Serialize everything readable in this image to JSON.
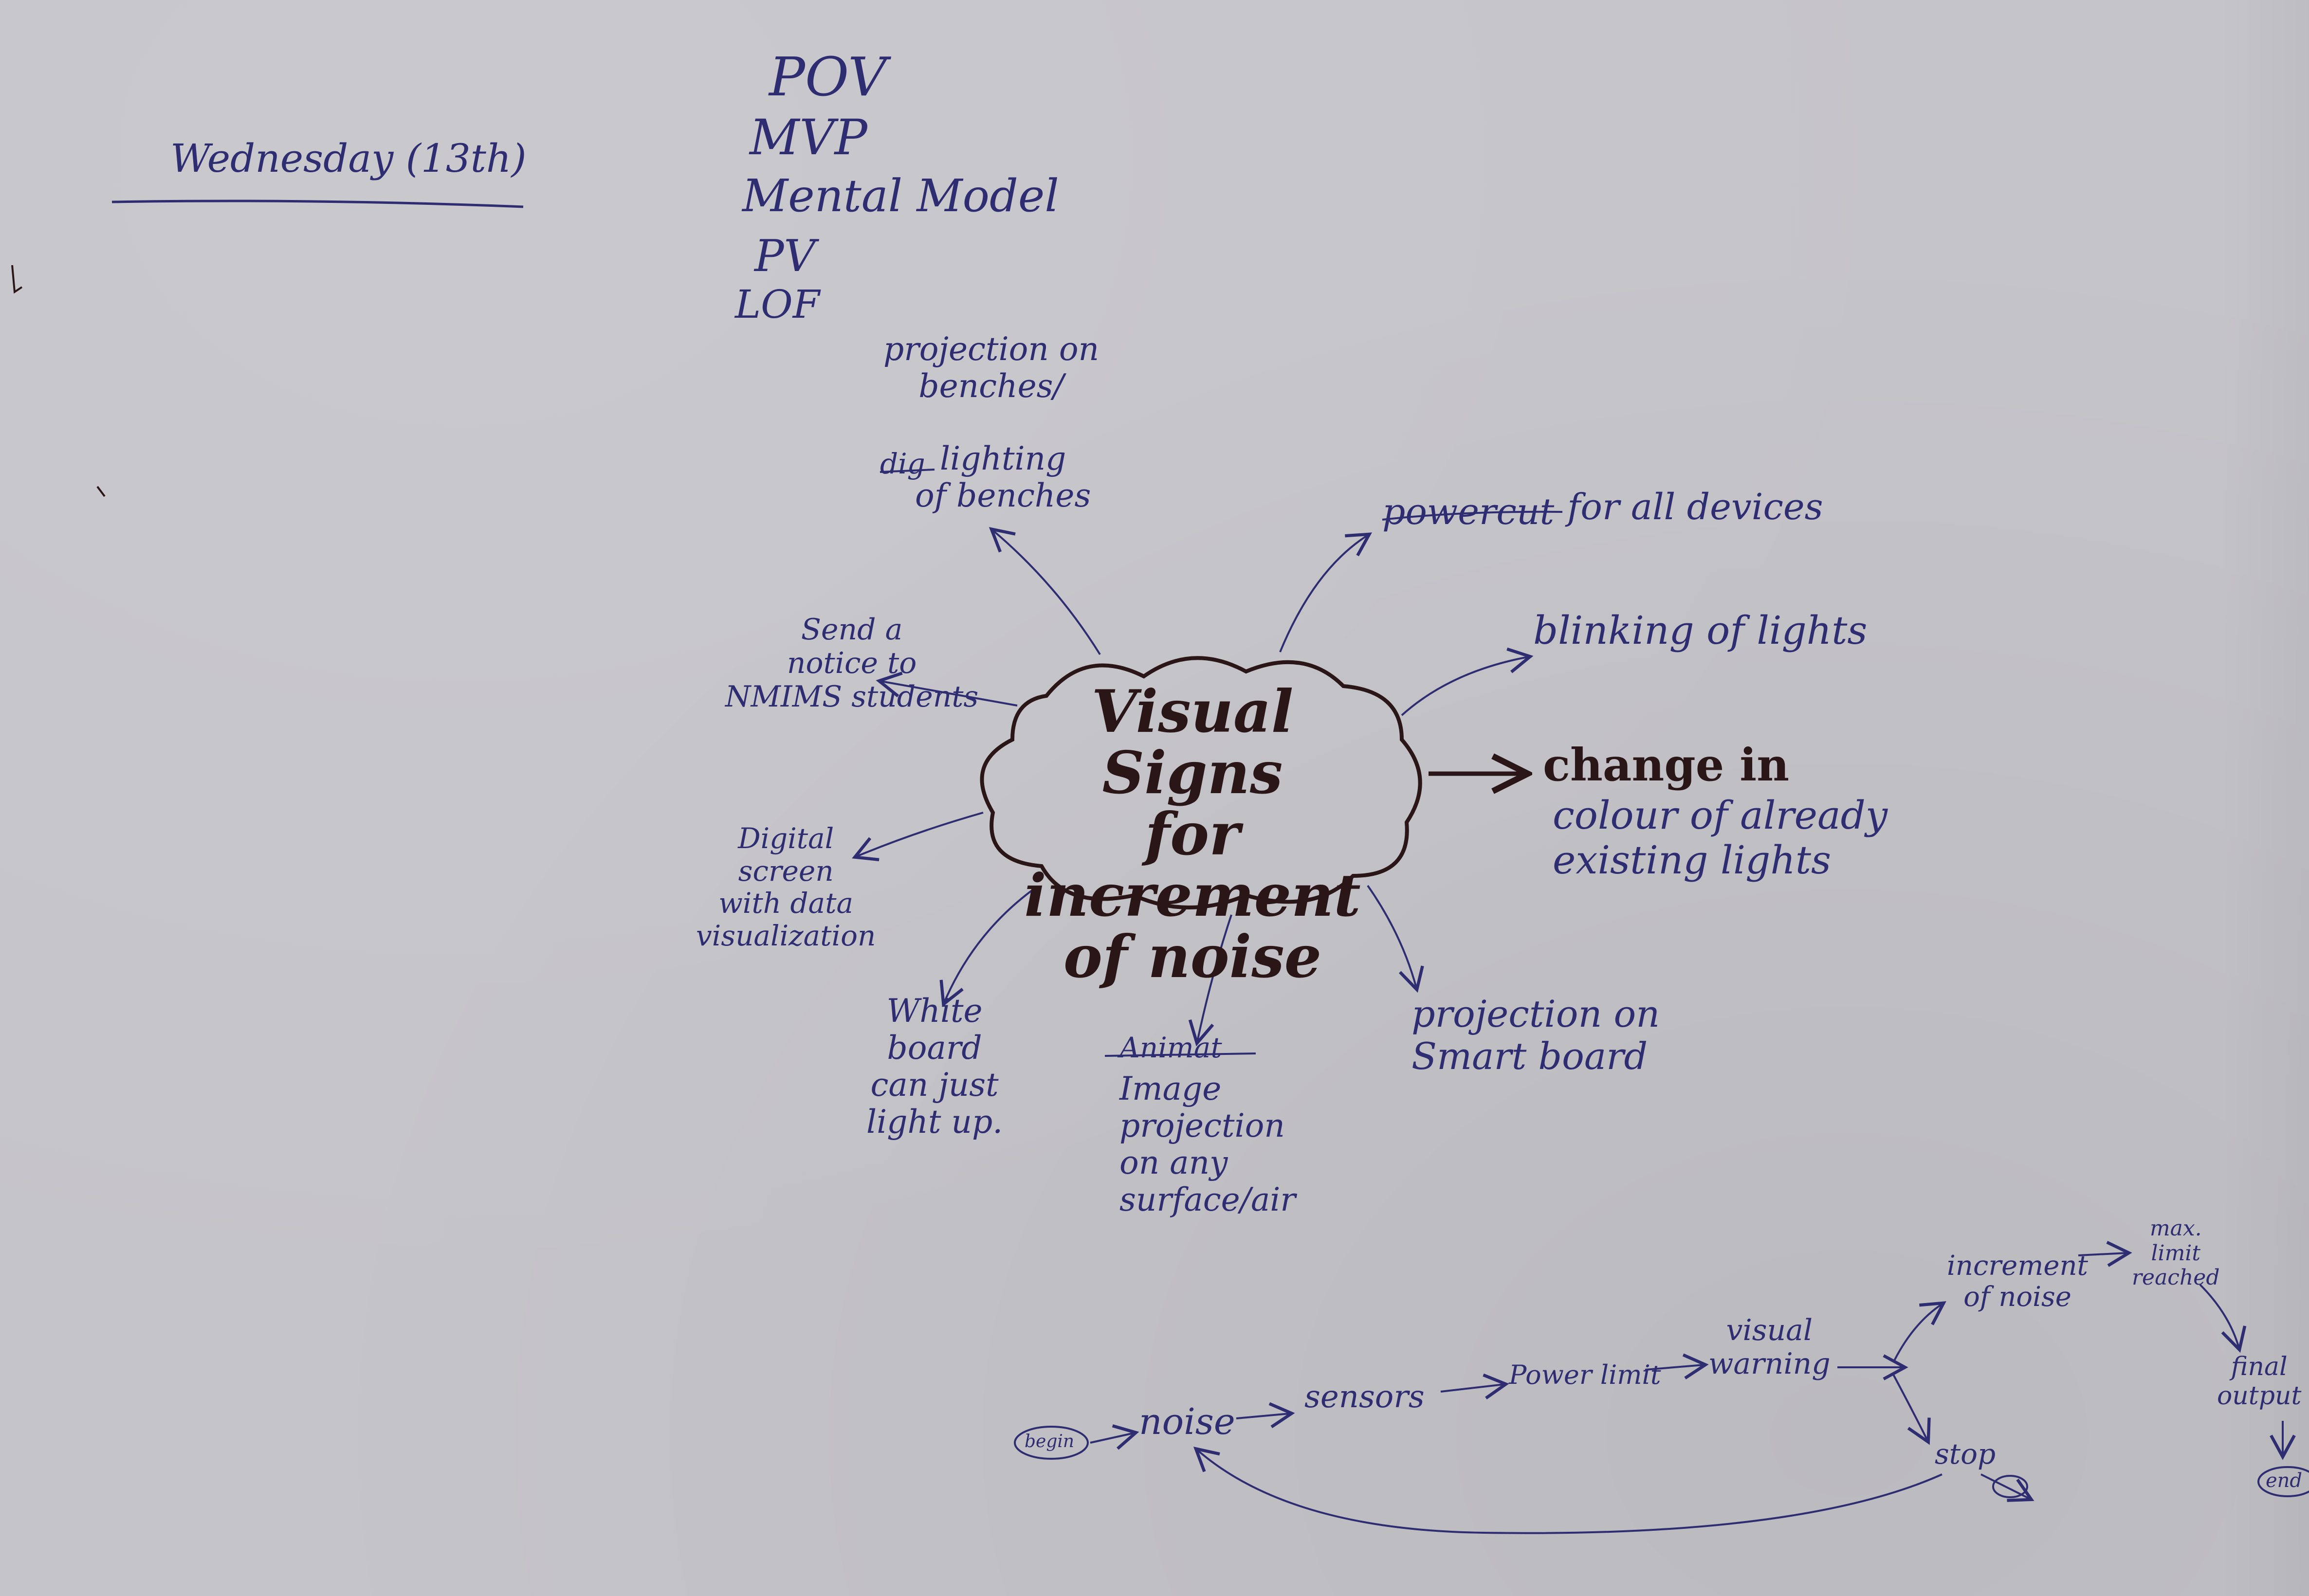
{
  "colors": {
    "paper": "#c5c4c9",
    "ink_blue": "#2f2d72",
    "ink_dark": "#2a1616"
  },
  "header": {
    "corner_scribble": "",
    "date": "Wednesday (13th)"
  },
  "acronyms": [
    "POV",
    "MVP",
    "Mental Model",
    "PV",
    "LOF"
  ],
  "mindmap": {
    "center": "Visual Signs\nfor increment\nof noise",
    "branches": {
      "projection_benches": "projection on\nbenches/",
      "lighting_struck": "dig",
      "lighting_benches": "lighting\nof benches",
      "power_cut_struck": "powercut",
      "power_cut_rest": "for all devices",
      "blinking": "blinking of lights",
      "change_title": "change in",
      "change_rest": "colour of already\nexisting lights",
      "notice": "Send a\nnotice to\nNMIMS students",
      "digital_screen": "Digital\nscreen\nwith data\nvisualization",
      "white_board": "White\nboard\ncan just\nlight up.",
      "animation_struck": "Animat",
      "image_projection": "Image\nprojection\non any\nsurface/air",
      "smart_board": "projection on\nSmart board"
    }
  },
  "flow": {
    "begin": "begin",
    "noise": "noise",
    "sensors": "sensors",
    "power_limit": "Power limit",
    "visual_warning": "visual\nwarning",
    "increment": "increment\nof noise",
    "max_limit": "max.\nlimit\nreached",
    "final_output": "final\noutput",
    "stop": "stop",
    "end": "end"
  }
}
